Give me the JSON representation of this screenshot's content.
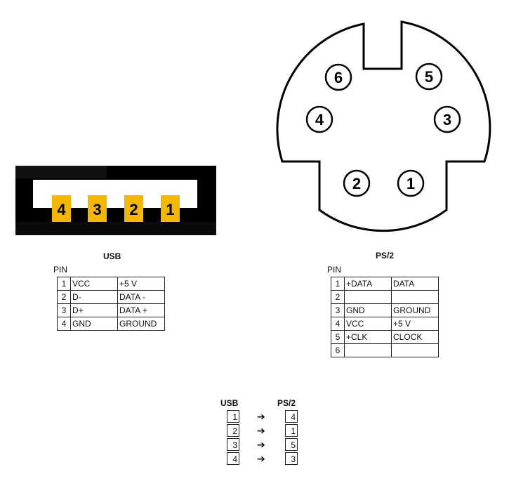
{
  "usb_connector": {
    "pin_labels": [
      "4",
      "3",
      "2",
      "1"
    ],
    "pin_color": "#f5b800",
    "shell_color": "#000000"
  },
  "ps2_connector": {
    "pins": [
      "6",
      "5",
      "4",
      "3",
      "2",
      "1"
    ]
  },
  "usb_table": {
    "title": "USB",
    "pin_header": "PIN",
    "rows": [
      {
        "pin": "1",
        "signal": "VCC",
        "description": "+5 V"
      },
      {
        "pin": "2",
        "signal": "D-",
        "description": "DATA -"
      },
      {
        "pin": "3",
        "signal": "D+",
        "description": "DATA +"
      },
      {
        "pin": "4",
        "signal": "GND",
        "description": "GROUND"
      }
    ]
  },
  "ps2_table": {
    "title": "PS/2",
    "pin_header": "PIN",
    "rows": [
      {
        "pin": "1",
        "signal": "+DATA",
        "description": "DATA"
      },
      {
        "pin": "2",
        "signal": "",
        "description": ""
      },
      {
        "pin": "3",
        "signal": "GND",
        "description": "GROUND"
      },
      {
        "pin": "4",
        "signal": "VCC",
        "description": "+5 V"
      },
      {
        "pin": "5",
        "signal": "+CLK",
        "description": "CLOCK"
      },
      {
        "pin": "6",
        "signal": "",
        "description": ""
      }
    ]
  },
  "mapping": {
    "usb_title": "USB",
    "ps2_title": "PS/2",
    "arrow": "➔",
    "rows": [
      {
        "usb": "1",
        "ps2": "4"
      },
      {
        "usb": "2",
        "ps2": "1"
      },
      {
        "usb": "3",
        "ps2": "5"
      },
      {
        "usb": "4",
        "ps2": "3"
      }
    ]
  }
}
